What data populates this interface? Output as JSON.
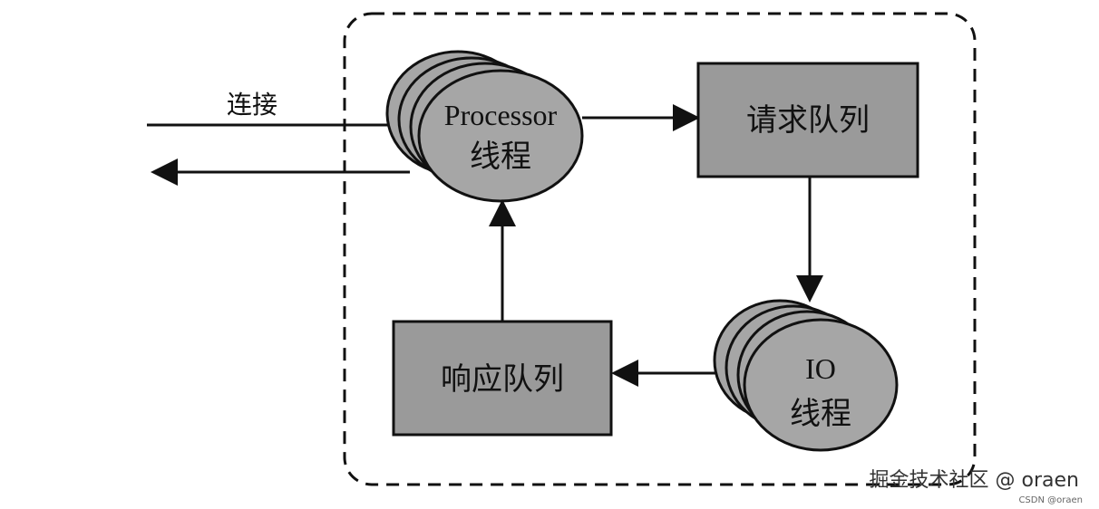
{
  "diagram": {
    "connect_label": "连接",
    "processor": {
      "line1": "Processor",
      "line2": "线程"
    },
    "request_queue": "请求队列",
    "response_queue": "响应队列",
    "io": {
      "line1": "IO",
      "line2": "线程"
    }
  },
  "watermark": {
    "main": "掘金技术社区 @ oraen",
    "sub": "CSDN @oraen"
  },
  "colors": {
    "box_fill": "#9a9a9a",
    "ellipse_fill": "#a6a6a6",
    "stroke": "#111111"
  }
}
